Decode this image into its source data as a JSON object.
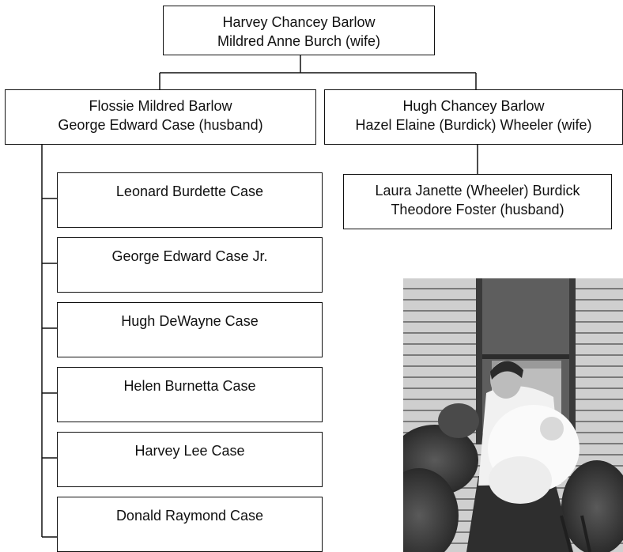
{
  "tree": {
    "root": {
      "name": "Harvey Chancey Barlow",
      "spouse": "Mildred Anne Burch (wife)"
    },
    "branches": [
      {
        "name": "Flossie Mildred Barlow",
        "spouse": "George Edward Case (husband)",
        "children": [
          "Leonard Burdette Case",
          "George Edward Case Jr.",
          "Hugh DeWayne Case",
          "Helen Burnetta Case",
          "Harvey Lee Case",
          "Donald Raymond Case"
        ]
      },
      {
        "name": "Hugh Chancey Barlow",
        "spouse": "Hazel Elaine (Burdick) Wheeler (wife)",
        "children": [
          {
            "name": "Laura Janette (Wheeler) Burdick",
            "spouse": "Theodore Foster (husband)"
          }
        ]
      }
    ]
  },
  "photo": {
    "subject": "woman-holding-baby-photo",
    "style": "grayscale"
  }
}
